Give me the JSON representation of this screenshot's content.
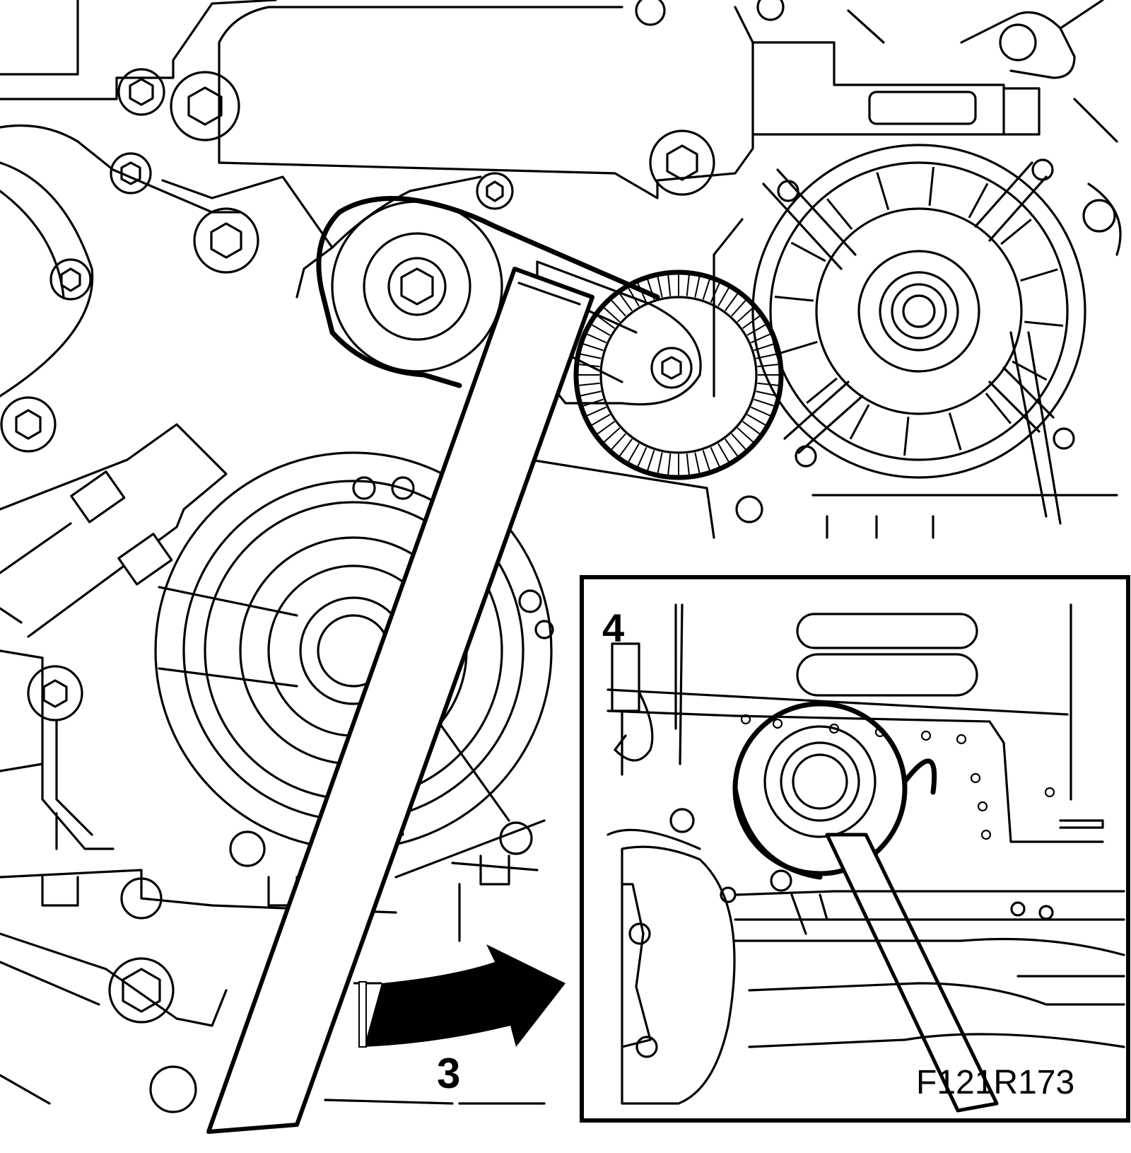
{
  "callouts": {
    "step_3": "3",
    "step_4": "4"
  },
  "figure_code": "F121R173",
  "colors": {
    "line": "#000000",
    "background": "#ffffff"
  }
}
